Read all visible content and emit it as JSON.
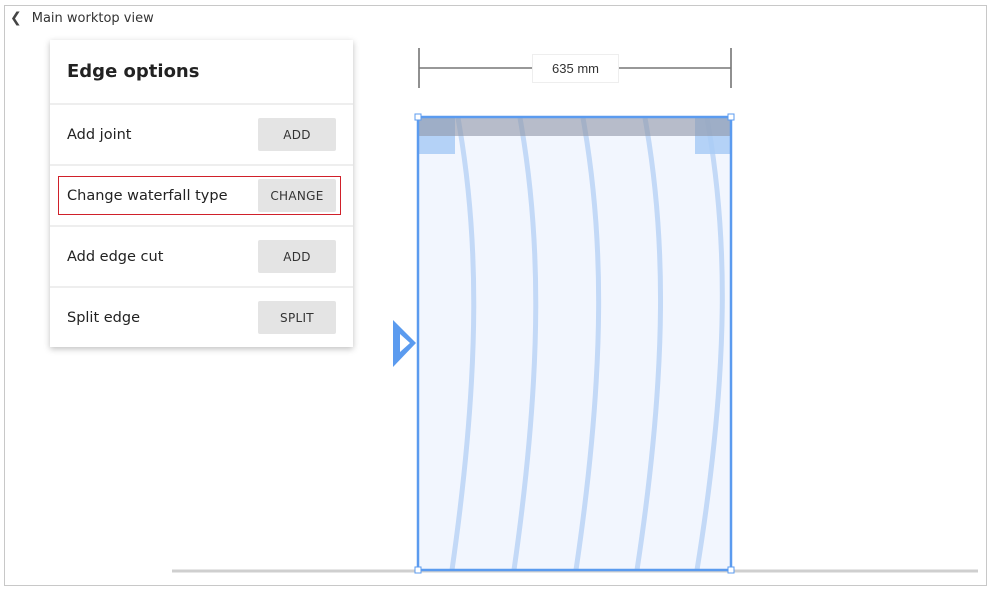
{
  "header": {
    "back_icon": "chevron-left-icon",
    "back_label": "Main worktop view"
  },
  "panel": {
    "title": "Edge options",
    "rows": [
      {
        "label": "Add joint",
        "button": "ADD",
        "highlighted": false
      },
      {
        "label": "Change waterfall type",
        "button": "CHANGE",
        "highlighted": true
      },
      {
        "label": "Add edge cut",
        "button": "ADD",
        "highlighted": false
      },
      {
        "label": "Split edge",
        "button": "SPLIT",
        "highlighted": false
      }
    ]
  },
  "drawing": {
    "dimension_label": "635 mm",
    "edge_marker_icon": "triangle-right-icon",
    "colors": {
      "outline": "#5b9bef",
      "fill": "#f2f6fe",
      "grain": "#c3d9f7",
      "top_edge": "#b9bcc6",
      "corner": "#a9cbf6",
      "highlight": "#d0202a",
      "baseline": "#cfcfcf"
    }
  }
}
